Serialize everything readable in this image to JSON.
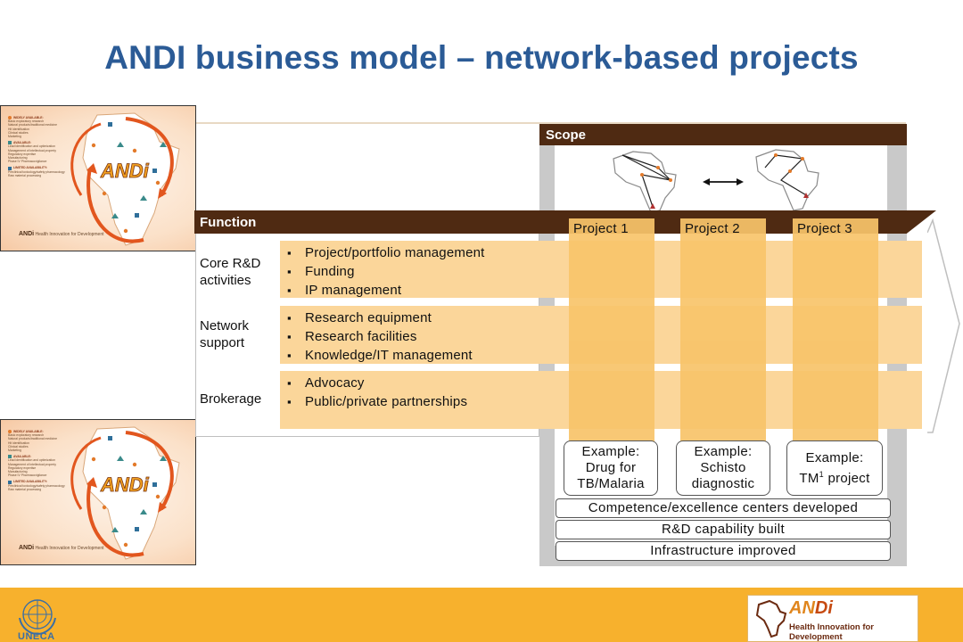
{
  "title": "ANDI business model – network-based projects",
  "scope_header": "Scope",
  "function_header": "Function",
  "rows": [
    {
      "label": "Core R&D\nactivities",
      "items": [
        "Project/portfolio management",
        "Funding",
        "IP management"
      ]
    },
    {
      "label": "Network\nsupport",
      "items": [
        "Research equipment",
        "Research facilities",
        "Knowledge/IT management"
      ]
    },
    {
      "label": "Brokerage",
      "items": [
        "Advocacy",
        "Public/private partnerships"
      ]
    }
  ],
  "projects": [
    {
      "label": "Project 1",
      "example": "Example:\nDrug for\nTB/Malaria"
    },
    {
      "label": "Project 2",
      "example": "Example:\nSchisto\ndiagnostic"
    },
    {
      "label": "Project 3",
      "example_pre": "Example:",
      "example_tm": "TM",
      "example_sup": "1",
      "example_post": " project"
    }
  ],
  "outcomes": [
    "Competence/excellence centers developed",
    "R&D capability built",
    "Infrastructure improved"
  ],
  "thumbnail": {
    "brand": "ANDi",
    "legend_heads": [
      "WIDELY AVAILABLE:",
      "AVAILABLE:",
      "LIMITED AVAILABILITY:"
    ],
    "legend_items_1": [
      "Basic exploratory research",
      "Natural products/traditional medicine",
      "Hit identification",
      "Clinical studies",
      "Marketing"
    ],
    "legend_items_2": [
      "Lead identification and optimization",
      "Management of intellectual property",
      "Regulatory expertise",
      "Manufacturing",
      "Phase IV Pharmacovigilance"
    ],
    "legend_items_3": [
      "Preclinical toxicology/safety pharmacology",
      "Raw material processing"
    ],
    "logo_name": "ANDi",
    "logo_tagline": "Health Innovation for Development"
  },
  "footer": {
    "un_text": "UNECA",
    "andi_name_a": "AN",
    "andi_name_b": "Di",
    "andi_tagline": "Health Innovation for Development"
  },
  "colors": {
    "title": "#2b5b96",
    "header_bar": "#4f2a12",
    "band": "#fbd69a",
    "project_column": "#f8c46a",
    "footer": "#f7b12d"
  }
}
